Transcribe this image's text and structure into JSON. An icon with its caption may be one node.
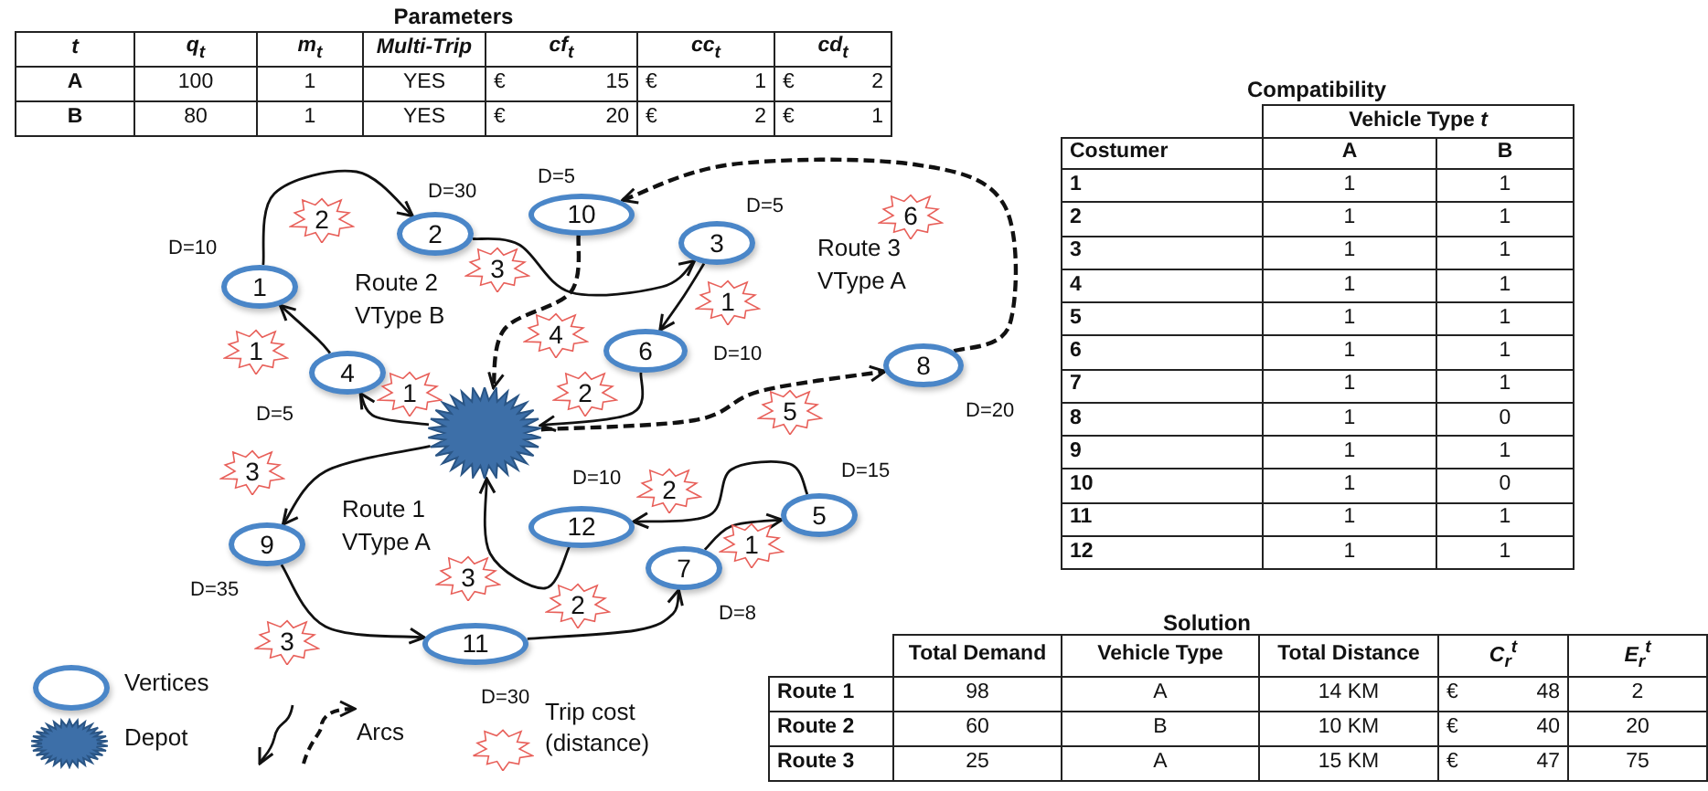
{
  "diagram": {
    "nodes": [
      {
        "text": [],
        "shape": "star"
      },
      {
        "text": [
          "1"
        ],
        "beside": [
          "D=10"
        ]
      },
      {
        "text": [
          "2"
        ],
        "beside": [
          "D=30"
        ]
      },
      {
        "text": [
          "3"
        ],
        "beside": [
          "D=5"
        ]
      },
      {
        "text": [
          "4"
        ],
        "beside": [
          "D=5"
        ]
      },
      {
        "text": [
          "5"
        ],
        "beside": [
          "D=15"
        ]
      },
      {
        "text": [
          "6"
        ],
        "beside": [
          "D=10"
        ]
      },
      {
        "text": [
          "7"
        ],
        "beside": [
          "D=8"
        ]
      },
      {
        "text": [
          "8"
        ],
        "beside": [
          "D=20"
        ]
      },
      {
        "text": [
          "9"
        ],
        "beside": [
          "D=35"
        ]
      },
      {
        "text": [
          "10"
        ],
        "beside": [
          "D=5"
        ]
      },
      {
        "text": [
          "11"
        ],
        "beside": [
          "D=30"
        ]
      },
      {
        "text": [
          "12"
        ],
        "beside": [
          "D=10"
        ]
      },
      {
        "text": [
          "2"
        ]
      },
      {
        "text": [
          "3"
        ]
      },
      {
        "text": [
          "1"
        ]
      },
      {
        "text": [
          "1"
        ]
      },
      {
        "text": [
          "4"
        ]
      },
      {
        "text": [
          "2"
        ]
      },
      {
        "text": [
          "1"
        ]
      },
      {
        "text": [
          "6"
        ]
      },
      {
        "text": [
          "5"
        ]
      },
      {
        "text": [
          "3"
        ]
      },
      {
        "text": [
          "3"
        ]
      },
      {
        "text": [
          "3"
        ]
      },
      {
        "text": [
          "2"
        ]
      },
      {
        "text": [
          "2"
        ]
      },
      {
        "text": [
          "1"
        ]
      }
    ],
    "edges": [
      {
        "from": 0,
        "to": 4,
        "arrow": "to"
      },
      {
        "from": 4,
        "to": 1,
        "arrow": "to"
      },
      {
        "from": 1,
        "to": 2,
        "arrow": "to"
      },
      {
        "from": 2,
        "to": 3,
        "arrow": "to"
      },
      {
        "from": 3,
        "to": 6,
        "arrow": "to"
      },
      {
        "from": 6,
        "to": 0,
        "arrow": "to"
      },
      {
        "from": 0,
        "to": 8,
        "arrow": "to",
        "style": "dashed"
      },
      {
        "from": 8,
        "to": 10,
        "arrow": "to",
        "style": "dashed"
      },
      {
        "from": 10,
        "to": 0,
        "arrow": "to",
        "style": "dashed"
      },
      {
        "from": 0,
        "to": 9,
        "arrow": "to"
      },
      {
        "from": 9,
        "to": 11,
        "arrow": "to"
      },
      {
        "from": 11,
        "to": 7,
        "arrow": "to"
      },
      {
        "from": 7,
        "to": 5,
        "arrow": "to"
      },
      {
        "from": 5,
        "to": 12,
        "arrow": "to"
      },
      {
        "from": 12,
        "to": 0,
        "arrow": "to"
      }
    ],
    "labels": [
      "Parameters",
      "t",
      "q$_{t}$",
      "m$_{t}$",
      "Multi-Trip",
      "cf$_{t}$",
      "cc$_{t}$",
      "cd$_{t}$",
      "A",
      "100",
      "1",
      "YES",
      "€",
      "15",
      "€",
      "1",
      "€",
      "2",
      "B",
      "80",
      "1",
      "YES",
      "€",
      "20",
      "€",
      "2",
      "€",
      "1",
      "Compatibility",
      "Vehicle Type *t*",
      "Costumer",
      "A",
      "B",
      "1",
      "1",
      "1",
      "2",
      "1",
      "1",
      "3",
      "1",
      "1",
      "4",
      "1",
      "1",
      "5",
      "1",
      "1",
      "6",
      "1",
      "1",
      "7",
      "1",
      "1",
      "8",
      "1",
      "0",
      "9",
      "1",
      "1",
      "10",
      "1",
      "0",
      "11",
      "1",
      "1",
      "12",
      "1",
      "1",
      "Solution",
      "Total Demand",
      "Vehicle Type",
      "Total Distance",
      "C$_{r}$$^{t}$",
      "E$_{r}$$^{t}$",
      "Route 1",
      "98",
      "A",
      "14 KM",
      "€",
      "48",
      "2",
      "Route 2",
      "60",
      "B",
      "10 KM",
      "€",
      "40",
      "20",
      "Route 3",
      "25",
      "A",
      "15 KM",
      "€",
      "47",
      "75",
      "Route 2 VType B",
      "Route 3 VType A",
      "Route 1 VType A"
    ],
    "legend": [
      {
        "text": "Vertices"
      },
      {
        "text": "Depot"
      },
      {
        "text": "Arcs"
      },
      {
        "text": "Trip cost (distance)"
      }
    ]
  }
}
